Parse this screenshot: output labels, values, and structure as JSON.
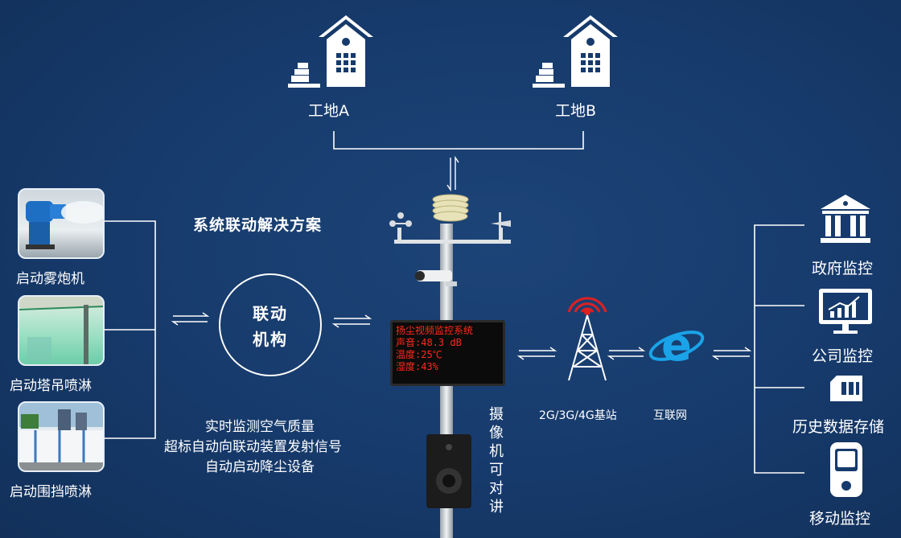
{
  "title": "系统联动解决方案",
  "sites": [
    {
      "label": "工地A"
    },
    {
      "label": "工地B"
    }
  ],
  "left_items": [
    {
      "label": "启动雾炮机",
      "icon": "fog-cannon-photo"
    },
    {
      "label": "启动塔吊喷淋",
      "icon": "tower-crane-spray-photo"
    },
    {
      "label": "启动围挡喷淋",
      "icon": "fence-spray-photo"
    }
  ],
  "linkage": {
    "line1": "联动",
    "line2": "机构"
  },
  "description": [
    "实时监测空气质量",
    "超标自动向联动装置发射信号",
    "自动启动降尘设备"
  ],
  "led_display": {
    "title": "扬尘视频监控系统",
    "noise": "声音:48.3 dB",
    "temperature": "温度:25℃",
    "humidity": "湿度:43%"
  },
  "camera_label": "摄像机可对讲",
  "base_station": "2G/3G/4G基站",
  "internet": "互联网",
  "right_items": [
    {
      "label": "政府监控",
      "icon": "government-building-icon"
    },
    {
      "label": "公司监控",
      "icon": "monitor-chart-icon"
    },
    {
      "label": "历史数据存储",
      "icon": "sim-card-icon"
    },
    {
      "label": "移动监控",
      "icon": "mobile-phone-icon"
    }
  ],
  "colors": {
    "background": "#163a6b",
    "line": "#ffffff",
    "led_text": "#ff2a1a",
    "ie_blue": "#1aa3e8"
  }
}
